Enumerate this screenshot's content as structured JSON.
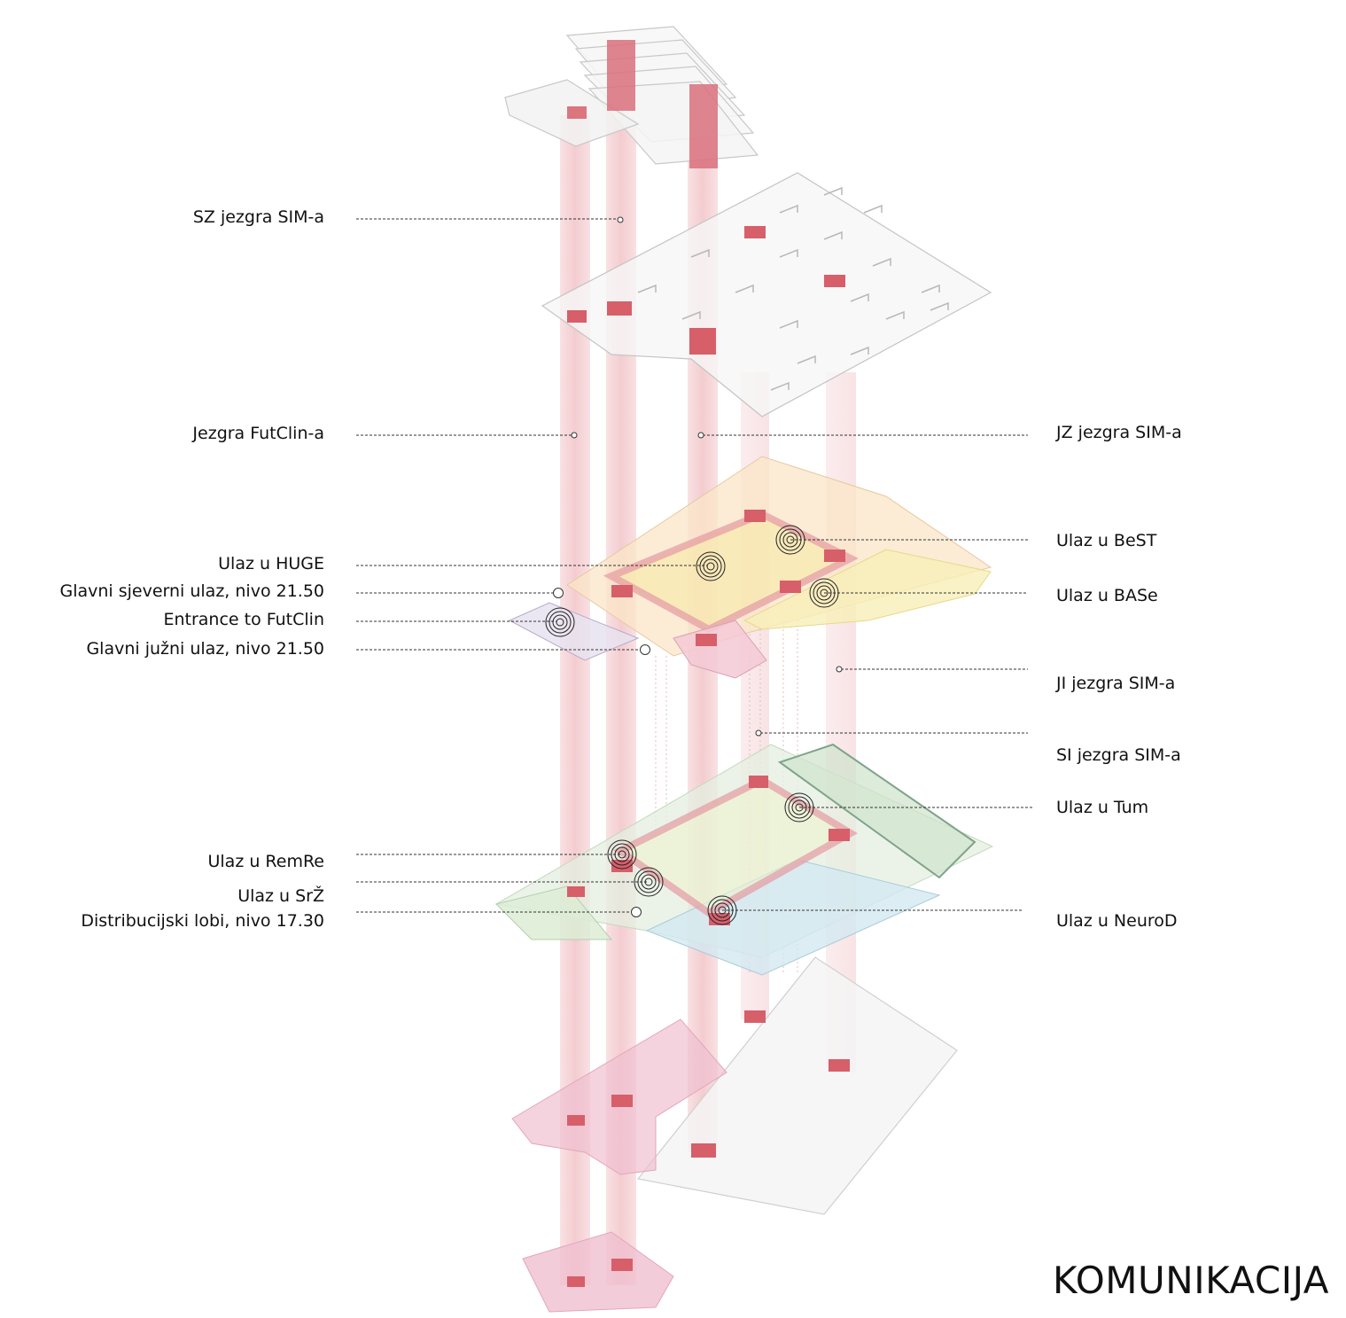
{
  "title": "KOMUNIKACIJA",
  "colors": {
    "core": "#e8a4a8",
    "core_dark": "#d65f6a",
    "slab_outline": "#c9c9c9",
    "level_pink": "#f2c4d6",
    "level_orange": "#f6c98e",
    "level_yellow": "#f8eab0",
    "level_green": "#cfe4c8",
    "level_blue": "#cde5ee",
    "leader": "#333333"
  },
  "labels_left": [
    {
      "id": "sz-core",
      "text": "SZ jezgra SIM-a",
      "marker": "dot"
    },
    {
      "id": "futclin-core",
      "text": "Jezgra FutClin-a",
      "marker": "dot"
    },
    {
      "id": "huge",
      "text": "Ulaz u HUGE",
      "marker": "target"
    },
    {
      "id": "north-entrance",
      "text": "Glavni sjeverni ulaz, nivo 21.50",
      "marker": "dot"
    },
    {
      "id": "futclin-entrance",
      "text": "Entrance to FutClin",
      "marker": "target"
    },
    {
      "id": "south-entrance",
      "text": "Glavni južni ulaz, nivo 21.50",
      "marker": "dot"
    },
    {
      "id": "remre",
      "text": "Ulaz u RemRe",
      "marker": "target"
    },
    {
      "id": "srz",
      "text": "Ulaz u SrŽ",
      "marker": "target"
    },
    {
      "id": "lobby",
      "text": "Distribucijski lobi, nivo 17.30",
      "marker": "dot"
    }
  ],
  "labels_right": [
    {
      "id": "jz-core",
      "text": "JZ jezgra SIM-a",
      "marker": "dot"
    },
    {
      "id": "best",
      "text": "Ulaz u BeST",
      "marker": "target"
    },
    {
      "id": "base",
      "text": "Ulaz u BASe",
      "marker": "target"
    },
    {
      "id": "ji-core",
      "text": "JI jezgra SIM-a",
      "marker": "dot"
    },
    {
      "id": "si-core",
      "text": "SI jezgra SIM-a",
      "marker": "dot"
    },
    {
      "id": "tum",
      "text": "Ulaz u Tum",
      "marker": "target"
    },
    {
      "id": "neurod",
      "text": "Ulaz u NeuroD",
      "marker": "target"
    }
  ]
}
